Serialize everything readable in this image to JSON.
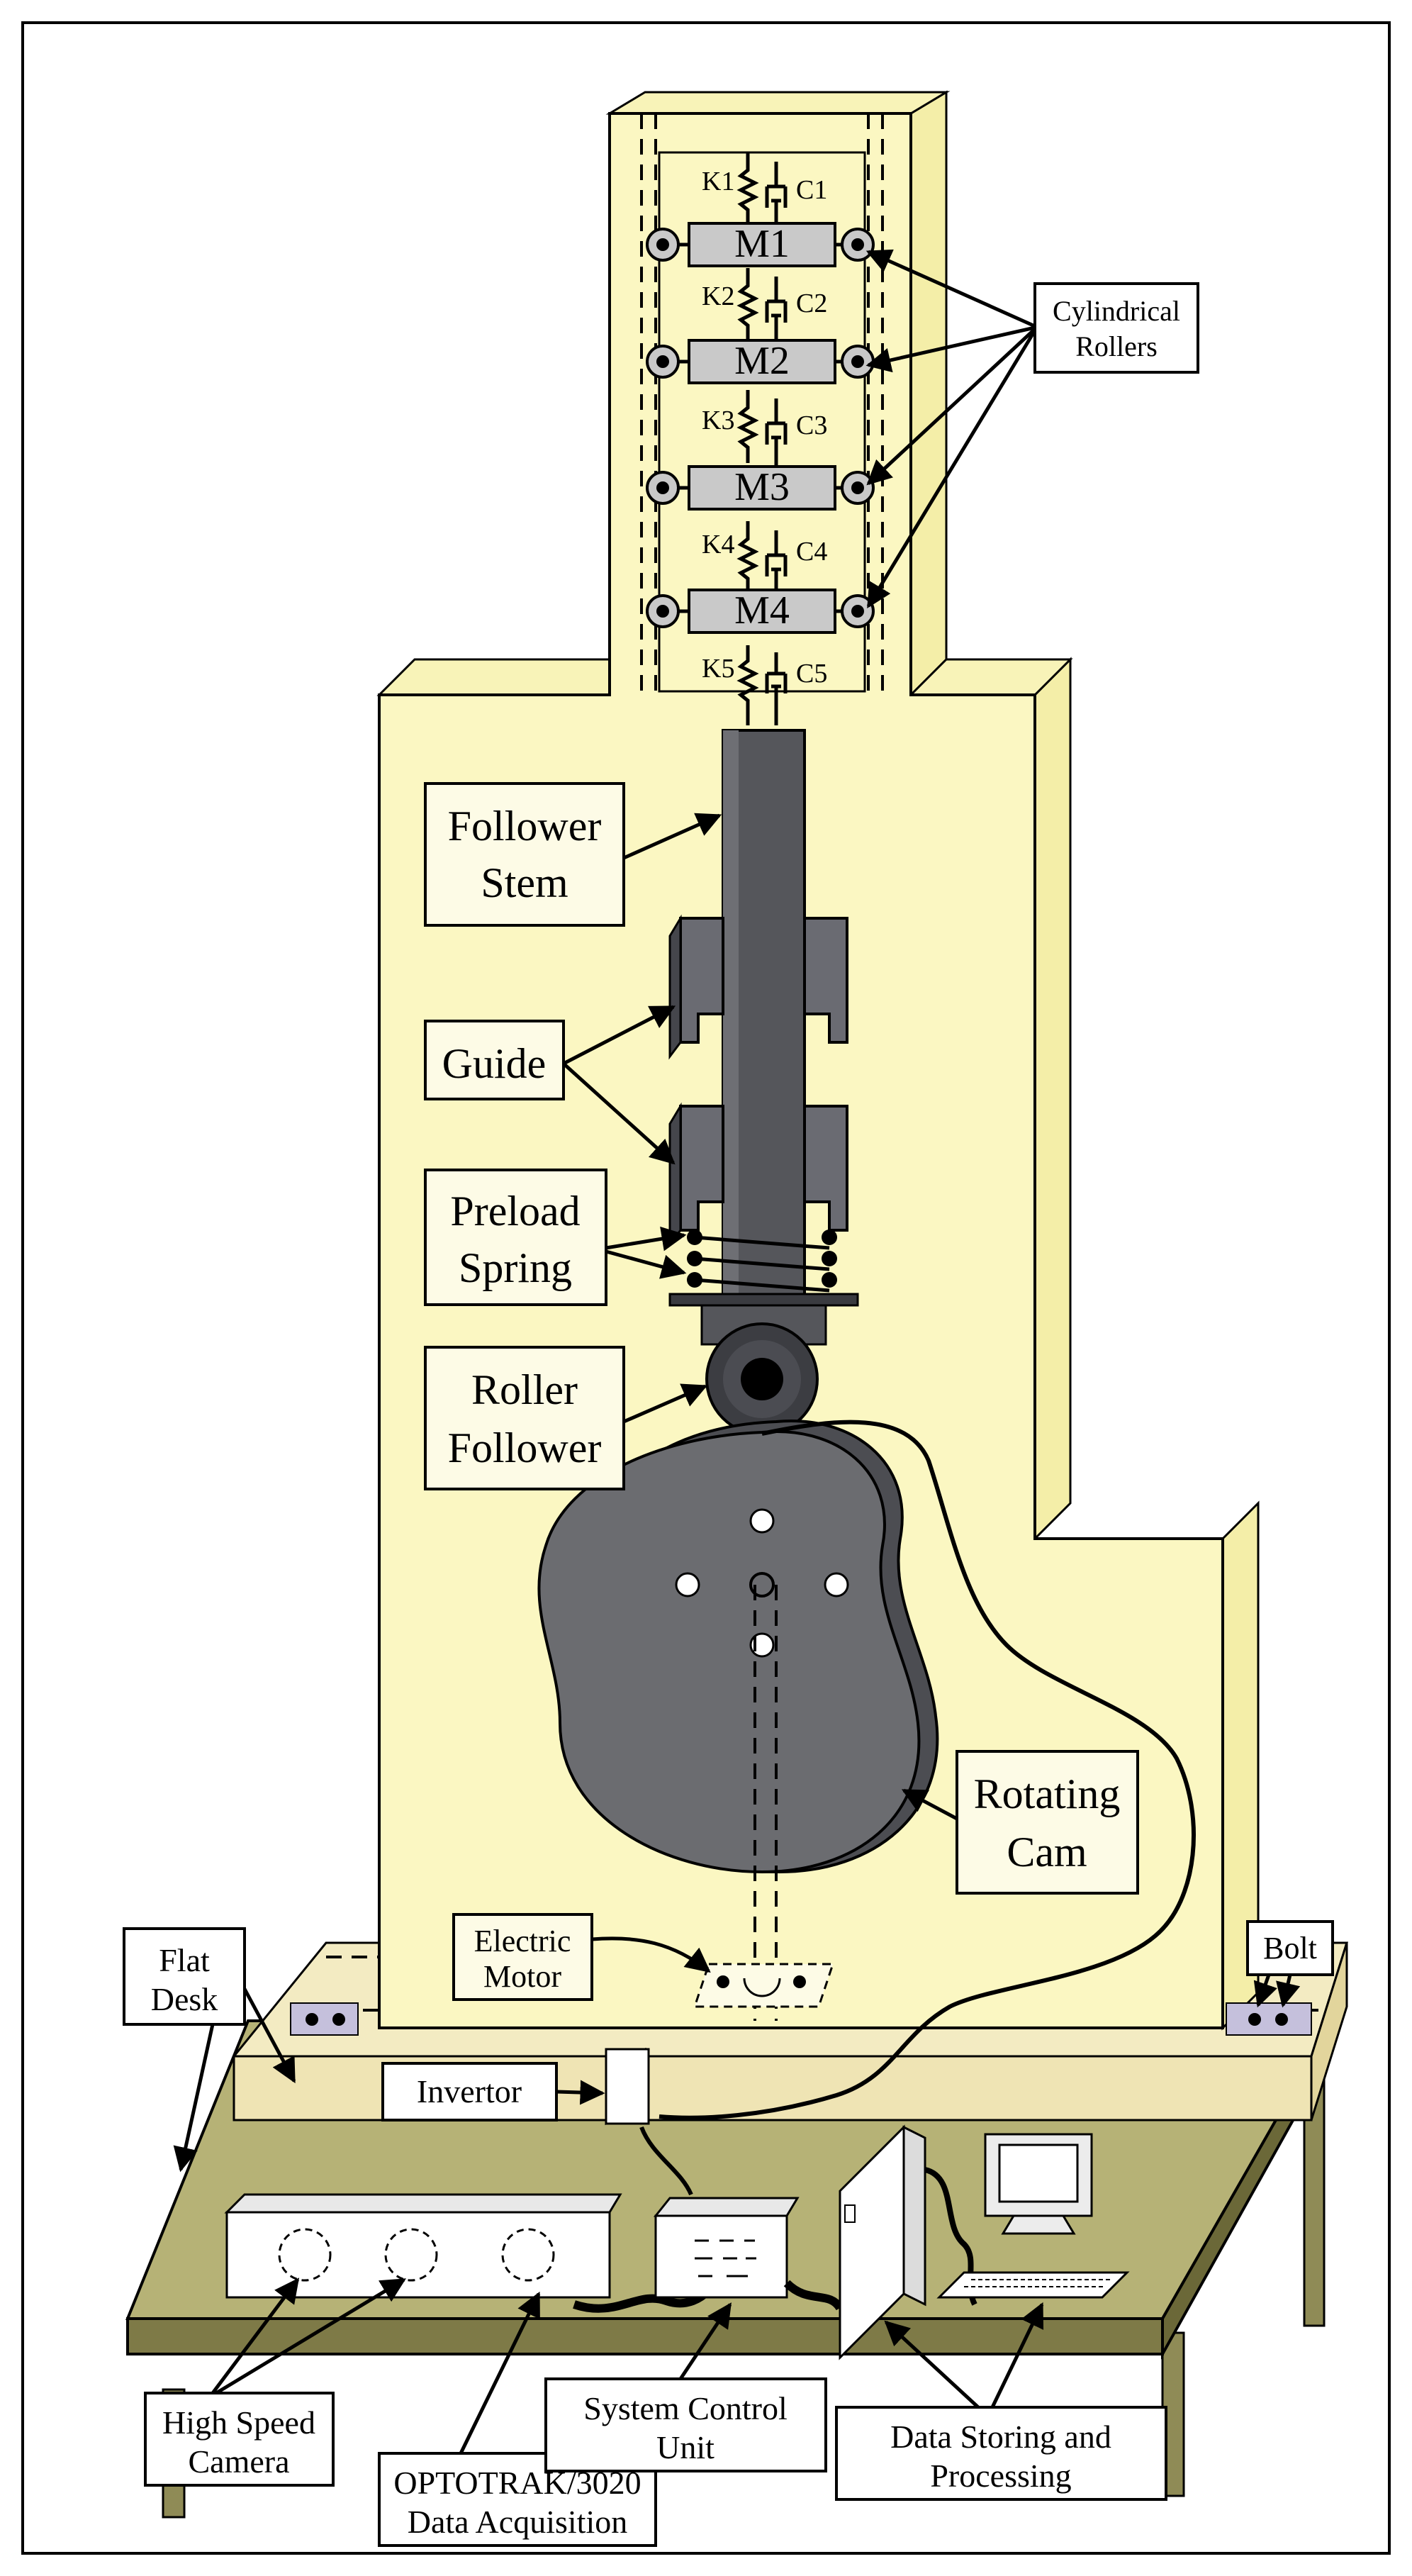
{
  "colors": {
    "frame": "#fbf7c2",
    "frame_side": "#f4eea8",
    "stem": "#55565b",
    "cam": "#6b6c70",
    "desk": "#b6b276",
    "desk_top": "#f3ebc2",
    "roller_gray": "#c9c9c9"
  },
  "masses": [
    "M1",
    "M2",
    "M3",
    "M4"
  ],
  "springs": [
    {
      "k": "K1",
      "c": "C1"
    },
    {
      "k": "K2",
      "c": "C2"
    },
    {
      "k": "K3",
      "c": "C3"
    },
    {
      "k": "K4",
      "c": "C4"
    },
    {
      "k": "K5",
      "c": "C5"
    }
  ],
  "labels": {
    "cylindrical_rollers": [
      "Cylindrical",
      "Rollers"
    ],
    "follower_stem": [
      "Follower",
      "Stem"
    ],
    "guide": [
      "Guide"
    ],
    "preload_spring": [
      "Preload",
      "Spring"
    ],
    "roller_follower": [
      "Roller",
      "Follower"
    ],
    "rotating_cam": [
      "Rotating",
      "Cam"
    ],
    "electric_motor": [
      "Electric",
      "Motor"
    ],
    "bolt": [
      "Bolt"
    ],
    "flat_desk": [
      "Flat",
      "Desk"
    ],
    "invertor": [
      "Invertor"
    ],
    "high_speed_camera": [
      "High Speed",
      "Camera"
    ],
    "system_control_unit": [
      "System Control",
      "Unit"
    ],
    "optotrak": [
      "OPTOTRAK/3020",
      "Data Acquisition"
    ],
    "data_storing": [
      "Data Storing and",
      "Processing"
    ]
  }
}
